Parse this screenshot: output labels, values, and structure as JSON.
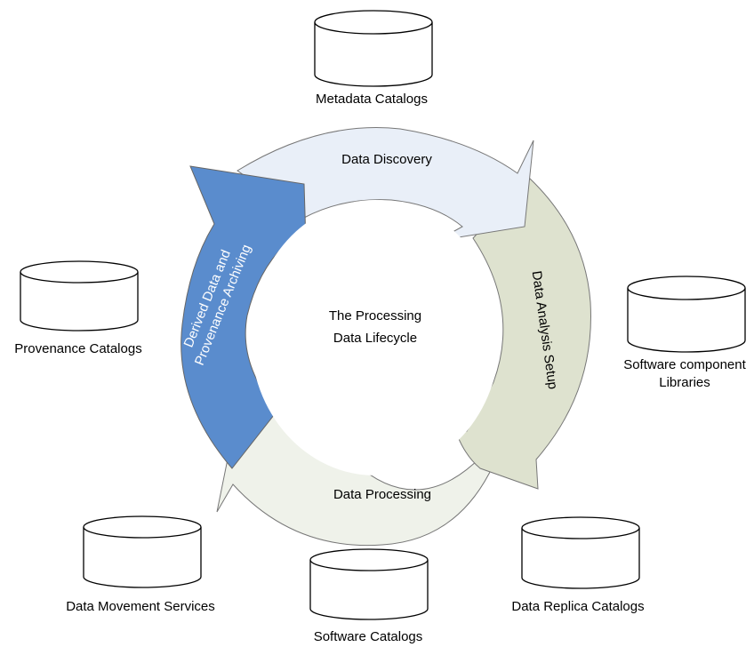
{
  "center": {
    "line1": "The Processing",
    "line2": "Data Lifecycle"
  },
  "stages": {
    "discovery": {
      "label": "Data Discovery",
      "color": "#e9eff8"
    },
    "analysis": {
      "label": "Data Analysis Setup",
      "color": "#dee2cf"
    },
    "processing": {
      "label": "Data Processing",
      "color": "#eff2ea"
    },
    "archiving": {
      "line1": "Derived Data and",
      "line2": "Provenance Archiving",
      "color": "#5a8ccd"
    }
  },
  "stores": {
    "metadata": {
      "label": "Metadata Catalogs"
    },
    "provenance": {
      "label": "Provenance Catalogs"
    },
    "software_component": {
      "line1": "Software component",
      "line2": "Libraries"
    },
    "data_movement": {
      "label": "Data Movement Services"
    },
    "software": {
      "label": "Software Catalogs"
    },
    "data_replica": {
      "label": "Data Replica Catalogs"
    }
  }
}
